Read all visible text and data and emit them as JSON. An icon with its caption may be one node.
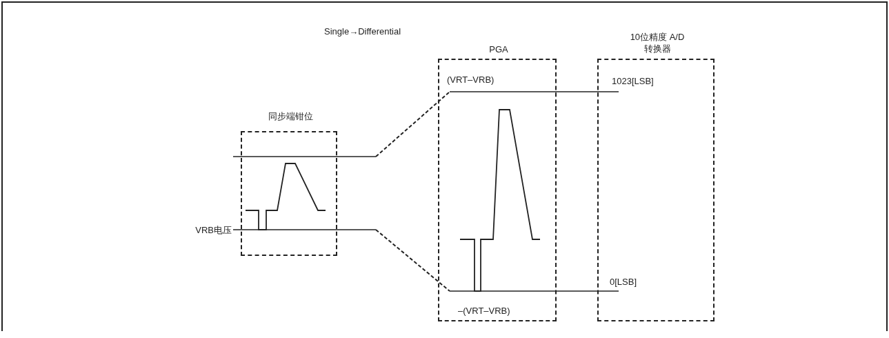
{
  "diagram": {
    "nodes": [
      {
        "text": [
          "同步端钳位"
        ]
      },
      {
        "text": [
          "PGA"
        ]
      },
      {
        "text": [
          "10位精度 A/D转换器"
        ]
      }
    ],
    "labels": [
      "Single→Differential",
      "(VRT–VRB)",
      "1023[LSB]",
      "VRB电压",
      "0[LSB]",
      "–(VRT–VRB)"
    ]
  }
}
